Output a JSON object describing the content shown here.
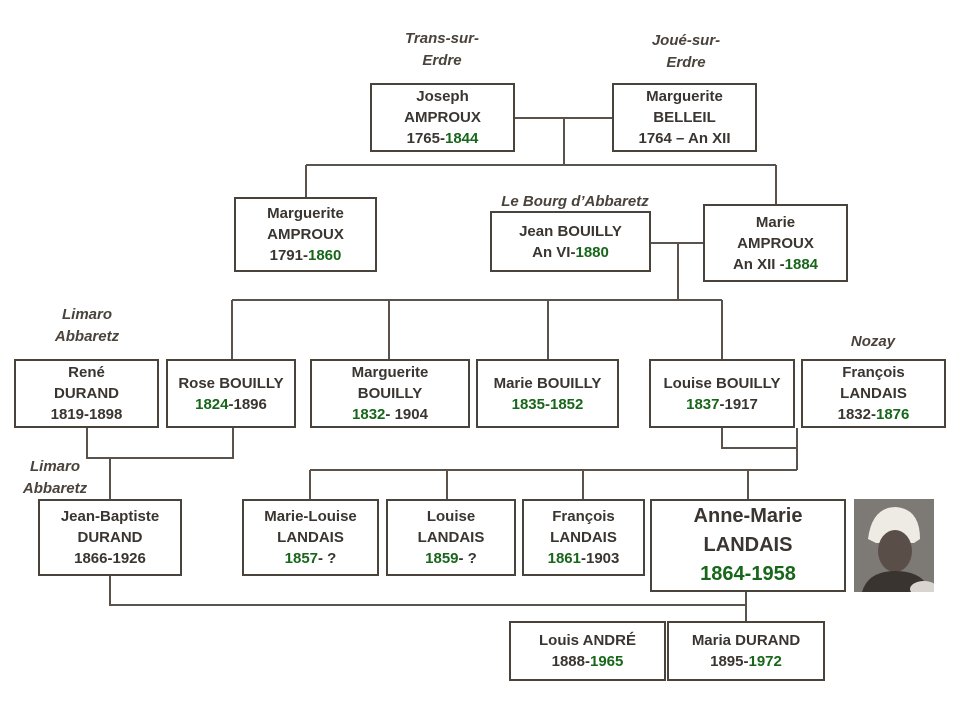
{
  "places": [
    {
      "id": "trans",
      "text": "Trans-sur-\nErdre"
    },
    {
      "id": "joue",
      "text": "Joué-sur-\nErdre"
    },
    {
      "id": "bourg",
      "text": "Le Bourg d’Abbaretz"
    },
    {
      "id": "limaro1",
      "text": "Limaro\nAbbaretz"
    },
    {
      "id": "nozay",
      "text": "Nozay"
    },
    {
      "id": "limaro2",
      "text": "Limaro\nAbbaretz"
    }
  ],
  "people": [
    {
      "id": "joseph-amproux",
      "lines": [
        [
          {
            "t": "Joseph"
          }
        ],
        [
          {
            "t": "AMPROUX"
          }
        ],
        [
          {
            "t": "1765-"
          },
          {
            "t": "1844",
            "g": true
          }
        ]
      ]
    },
    {
      "id": "marguerite-belleil",
      "lines": [
        [
          {
            "t": "Marguerite"
          }
        ],
        [
          {
            "t": "BELLEIL"
          }
        ],
        [
          {
            "t": "1764 – An XII"
          }
        ]
      ]
    },
    {
      "id": "marguerite-amproux",
      "lines": [
        [
          {
            "t": "Marguerite"
          }
        ],
        [
          {
            "t": "AMPROUX"
          }
        ],
        [
          {
            "t": "1791-"
          },
          {
            "t": "1860",
            "g": true
          }
        ]
      ]
    },
    {
      "id": "jean-bouilly",
      "lines": [
        [
          {
            "t": "Jean BOUILLY"
          }
        ],
        [
          {
            "t": "An VI-"
          },
          {
            "t": "1880",
            "g": true
          }
        ]
      ]
    },
    {
      "id": "marie-amproux",
      "lines": [
        [
          {
            "t": "Marie"
          }
        ],
        [
          {
            "t": "AMPROUX"
          }
        ],
        [
          {
            "t": "An XII -"
          },
          {
            "t": "1884",
            "g": true
          }
        ]
      ]
    },
    {
      "id": "rene-durand",
      "lines": [
        [
          {
            "t": "René"
          }
        ],
        [
          {
            "t": "DURAND"
          }
        ],
        [
          {
            "t": "1819-1898"
          }
        ]
      ]
    },
    {
      "id": "rose-bouilly",
      "lines": [
        [
          {
            "t": "Rose BOUILLY"
          }
        ],
        [
          {
            "t": "1824",
            "g": true
          },
          {
            "t": "-1896"
          }
        ]
      ]
    },
    {
      "id": "marguerite-bouilly",
      "lines": [
        [
          {
            "t": "Marguerite"
          }
        ],
        [
          {
            "t": "BOUILLY"
          }
        ],
        [
          {
            "t": "1832",
            "g": true
          },
          {
            "t": "- 1904"
          }
        ]
      ]
    },
    {
      "id": "marie-bouilly",
      "lines": [
        [
          {
            "t": "Marie BOUILLY"
          }
        ],
        [
          {
            "t": "1835-1852",
            "g": true
          }
        ]
      ]
    },
    {
      "id": "louise-bouilly",
      "lines": [
        [
          {
            "t": "Louise BOUILLY"
          }
        ],
        [
          {
            "t": "1837",
            "g": true
          },
          {
            "t": "-1917"
          }
        ]
      ]
    },
    {
      "id": "francois-landais-father",
      "lines": [
        [
          {
            "t": "François"
          }
        ],
        [
          {
            "t": "LANDAIS"
          }
        ],
        [
          {
            "t": "1832-"
          },
          {
            "t": "1876",
            "g": true
          }
        ]
      ]
    },
    {
      "id": "jean-baptiste-durand",
      "lines": [
        [
          {
            "t": "Jean-Baptiste"
          }
        ],
        [
          {
            "t": "DURAND"
          }
        ],
        [
          {
            "t": "1866-1926"
          }
        ]
      ]
    },
    {
      "id": "marie-louise-landais",
      "lines": [
        [
          {
            "t": "Marie-Louise"
          }
        ],
        [
          {
            "t": "LANDAIS"
          }
        ],
        [
          {
            "t": "1857",
            "g": true
          },
          {
            "t": "- ?"
          }
        ]
      ]
    },
    {
      "id": "louise-landais",
      "lines": [
        [
          {
            "t": "Louise"
          }
        ],
        [
          {
            "t": "LANDAIS"
          }
        ],
        [
          {
            "t": "1859",
            "g": true
          },
          {
            "t": "- ?"
          }
        ]
      ]
    },
    {
      "id": "francois-landais-son",
      "lines": [
        [
          {
            "t": "François"
          }
        ],
        [
          {
            "t": "LANDAIS"
          }
        ],
        [
          {
            "t": "1861",
            "g": true
          },
          {
            "t": "-1903"
          }
        ]
      ]
    },
    {
      "id": "anne-marie-landais",
      "lines": [
        [
          {
            "t": "Anne-Marie"
          }
        ],
        [
          {
            "t": "LANDAIS"
          }
        ],
        [
          {
            "t": "1864-1958",
            "g": true
          }
        ]
      ]
    },
    {
      "id": "louis-andre",
      "lines": [
        [
          {
            "t": "Louis ANDRÉ"
          }
        ],
        [
          {
            "t": "1888-"
          },
          {
            "t": "1965",
            "g": true
          }
        ]
      ]
    },
    {
      "id": "maria-durand",
      "lines": [
        [
          {
            "t": "Maria DURAND"
          }
        ],
        [
          {
            "t": "1895-"
          },
          {
            "t": "1972",
            "g": true
          }
        ]
      ]
    }
  ],
  "colors": {
    "text": "#3a3530",
    "green": "#17661a",
    "line": "#4a433c"
  }
}
